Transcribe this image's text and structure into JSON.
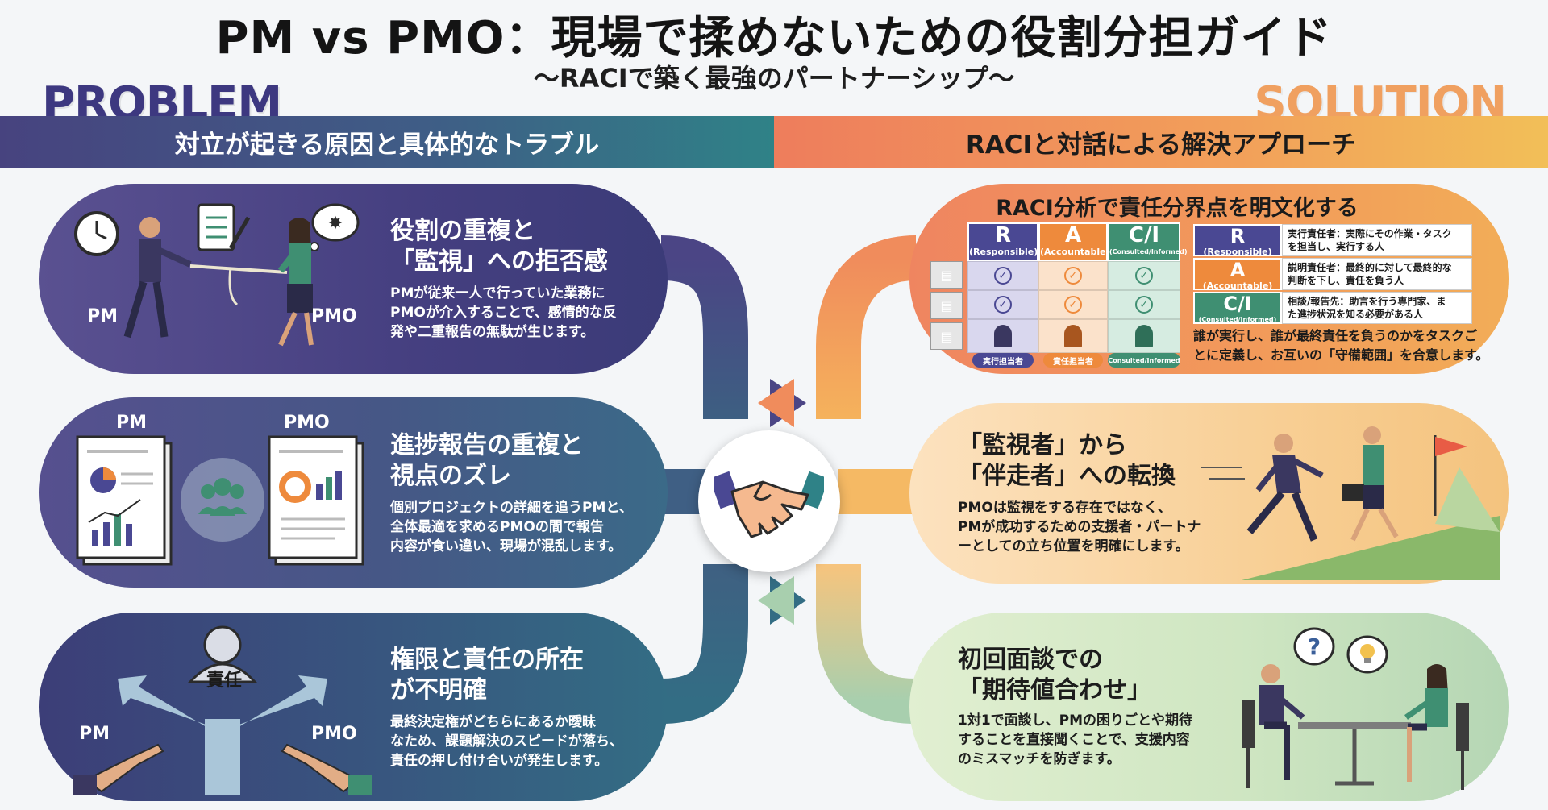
{
  "header": {
    "title": "PM vs PMO：現場で揉めないための役割分担ガイド",
    "subtitle": "〜RACIで築く最強のパートナーシップ〜"
  },
  "tags": {
    "problem": "PROBLEM",
    "solution": "SOLUTION"
  },
  "banners": {
    "left": "対立が起きる原因と具体的なトラブル",
    "right": "RACIと対話による解決アプローチ"
  },
  "problems": [
    {
      "title": "役割の重複と\n「監視」への拒否感",
      "body": "PMが従来一人で行っていた業務に\nPMOが介入することで、感情的な反\n発や二重報告の無駄が生じます。",
      "label_left": "PM",
      "label_right": "PMO"
    },
    {
      "title": "進捗報告の重複と\n視点のズレ",
      "body": "個別プロジェクトの詳細を追うPMと、\n全体最適を求めるPMOの間で報告\n内容が食い違い、現場が混乱します。",
      "label_left": "PM",
      "label_right": "PMO"
    },
    {
      "title": "権限と責任の所在\nが不明確",
      "body": "最終決定権がどちらにあるか曖昧\nなため、課題解決のスピードが落ち、\n責任の押し付け合いが発生します。",
      "label_left": "PM",
      "label_right": "PMO",
      "badge": "責任"
    }
  ],
  "raci": {
    "title": "RACI分析で責任分界点を明文化する",
    "columns": [
      {
        "letter": "R",
        "sub": "(Responsible)",
        "color": "#4a4893",
        "role": "実行担当者"
      },
      {
        "letter": "A",
        "sub": "(Accountable)",
        "color": "#ee8a3c",
        "role": "責任担当者"
      },
      {
        "letter": "C/I",
        "sub": "(Consulted/Informed)",
        "color": "#3f8f72",
        "role": "Consulted/Informed"
      }
    ],
    "legend": [
      {
        "letter": "R",
        "sub": "(Responsible)",
        "color": "#4a4893",
        "text": "実行責任者：実際にその作業・タスク\nを担当し、実行する人"
      },
      {
        "letter": "A",
        "sub": "(Accountable)",
        "color": "#ee8a3c",
        "text": "説明責任者：最終的に対して最終的な\n判断を下し、責任を負う人"
      },
      {
        "letter": "C/I",
        "sub": "(Consulted/Informed)",
        "color": "#3f8f72",
        "text": "相談/報告先：助言を行う専門家、ま\nた進捗状況を知る必要がある人"
      }
    ],
    "note": "誰が実行し、誰が最終責任を負うのかをタスクご\nとに定義し、お互いの「守備範囲」を合意します。"
  },
  "solutions": [
    {
      "title": "「監視者」から\n「伴走者」への転換",
      "body": "PMOは監視をする存在ではなく、\nPMが成功するための支援者・パートナ\nーとしての立ち位置を明確にします。"
    },
    {
      "title": "初回面談での\n「期待値合わせ」",
      "body": "1対1で面談し、PMの困りごとや期待\nすることを直接聞くことで、支援内容\nのミスマッチを防ぎます。"
    }
  ],
  "icons": {
    "hub": "handshake-icon",
    "clock": "clock-icon",
    "clipboard": "clipboard-icon",
    "angry_bubble": "angry-thought-icon",
    "people": "team-icon",
    "question": "question-bubble-icon",
    "idea": "lightbulb-bubble-icon",
    "flag": "goal-flag-icon"
  }
}
